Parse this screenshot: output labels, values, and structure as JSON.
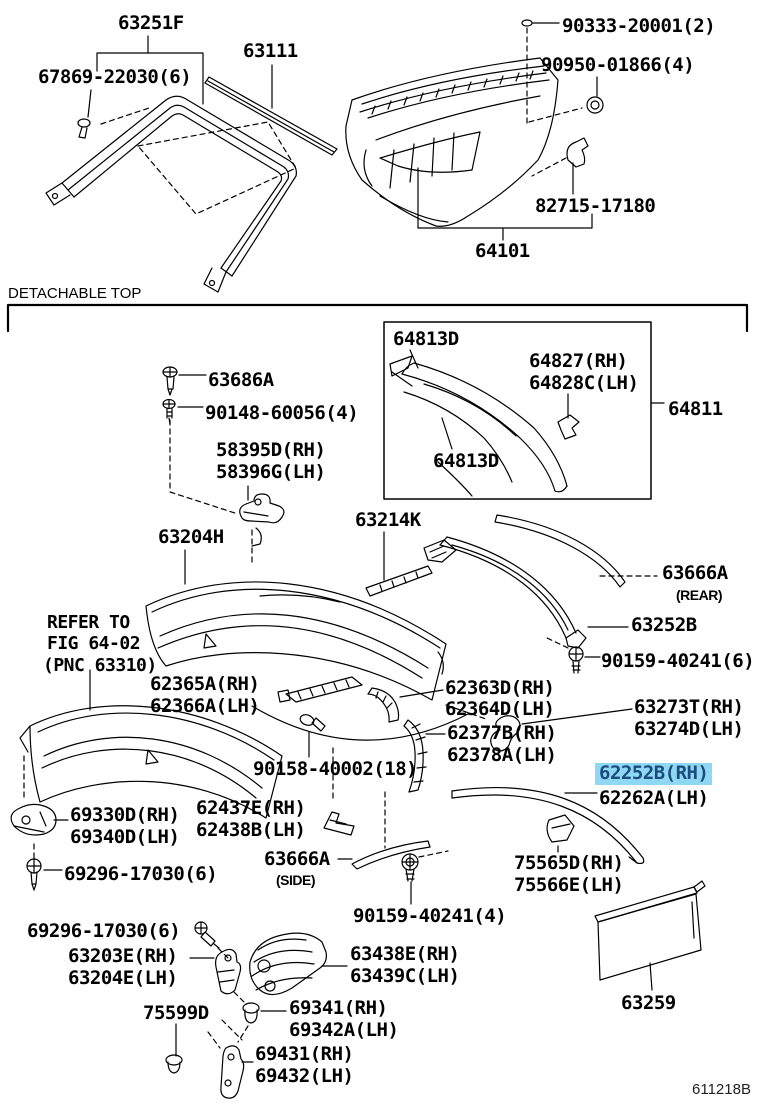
{
  "page": {
    "section_title": "DETACHABLE TOP",
    "footer_code": "611218B"
  },
  "highlight": {
    "background": "#8ED8F4",
    "text_color": "#1A4C7E",
    "highlighted_part": "62252B(RH)"
  },
  "labels": {
    "p63251F": "63251F",
    "p67869_22030": "67869-22030(6)",
    "p63111": "63111",
    "p90333_20001": "90333-20001(2)",
    "p90950_01866": "90950-01866(4)",
    "p82715_17180": "82715-17180",
    "p64101": "64101",
    "p64813D_top": "64813D",
    "p64827": "64827(RH)",
    "p64828C": "64828C(LH)",
    "p64811": "64811",
    "p64813D_bottom": "64813D",
    "p63686A": "63686A",
    "p90148_60056": "90148-60056(4)",
    "p58395D": "58395D(RH)",
    "p58396G": "58396G(LH)",
    "p63204H": "63204H",
    "p63214K": "63214K",
    "p63666A_rear": "63666A",
    "sub_rear": "(REAR)",
    "p63252B": "63252B",
    "p90159_40241_6": "90159-40241(6)",
    "refer_line1": "REFER TO",
    "refer_line2": "FIG 64-02",
    "refer_line3": "(PNC 63310)",
    "p62365A": "62365A(RH)",
    "p62366A": "62366A(LH)",
    "p62363D": "62363D(RH)",
    "p62364D": "62364D(LH)",
    "p63273T": "63273T(RH)",
    "p63274D": "63274D(LH)",
    "p62377B": "62377B(RH)",
    "p62378A": "62378A(LH)",
    "p90158_40002": "90158-40002(18)",
    "p62252B": "62252B(RH)",
    "p62262A": "62262A(LH)",
    "p69330D": "69330D(RH)",
    "p69340D": "69340D(LH)",
    "p62437E": "62437E(RH)",
    "p62438B": "62438B(LH)",
    "p69296_17030_a": "69296-17030(6)",
    "p63666A_side": "63666A",
    "sub_side": "(SIDE)",
    "p75565D": "75565D(RH)",
    "p75566E": "75566E(LH)",
    "p90159_40241_4": "90159-40241(4)",
    "p69296_17030_b": "69296-17030(6)",
    "p63203E": "63203E(RH)",
    "p63204E": "63204E(LH)",
    "p75599D": "75599D",
    "p63438E": "63438E(RH)",
    "p63439C": "63439C(LH)",
    "p69341": "69341(RH)",
    "p69342A": "69342A(LH)",
    "p69431": "69431(RH)",
    "p69432": "69432(LH)",
    "p63259": "63259"
  }
}
